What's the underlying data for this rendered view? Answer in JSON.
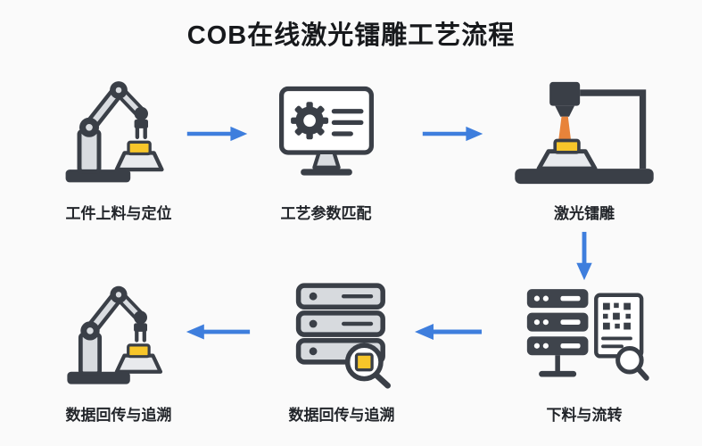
{
  "title": "COB在线激光镭雕工艺流程",
  "steps": [
    {
      "label": "工件上料与定位",
      "icon": "robot-arm-icon"
    },
    {
      "label": "工艺参数匹配",
      "icon": "monitor-gear-icon"
    },
    {
      "label": "激光镭雕",
      "icon": "laser-marking-icon"
    },
    {
      "label": "下料与流转",
      "icon": "server-transfer-icon"
    },
    {
      "label": "数据回传与追溯",
      "icon": "server-magnifier-icon"
    },
    {
      "label": "数据回传与追溯",
      "icon": "robot-arm-icon"
    }
  ],
  "flow": {
    "top_row_direction": "left-to-right",
    "bottom_row_direction": "right-to-left"
  },
  "colors": {
    "background": "#fafafa",
    "arrow_blue": "#3e7edd",
    "outline_dark": "#3a3f47",
    "fill_light_gray": "#d9dce0",
    "chip_yellow": "#f7c62a",
    "beam_orange": "#e8833a",
    "text": "#22252a"
  }
}
